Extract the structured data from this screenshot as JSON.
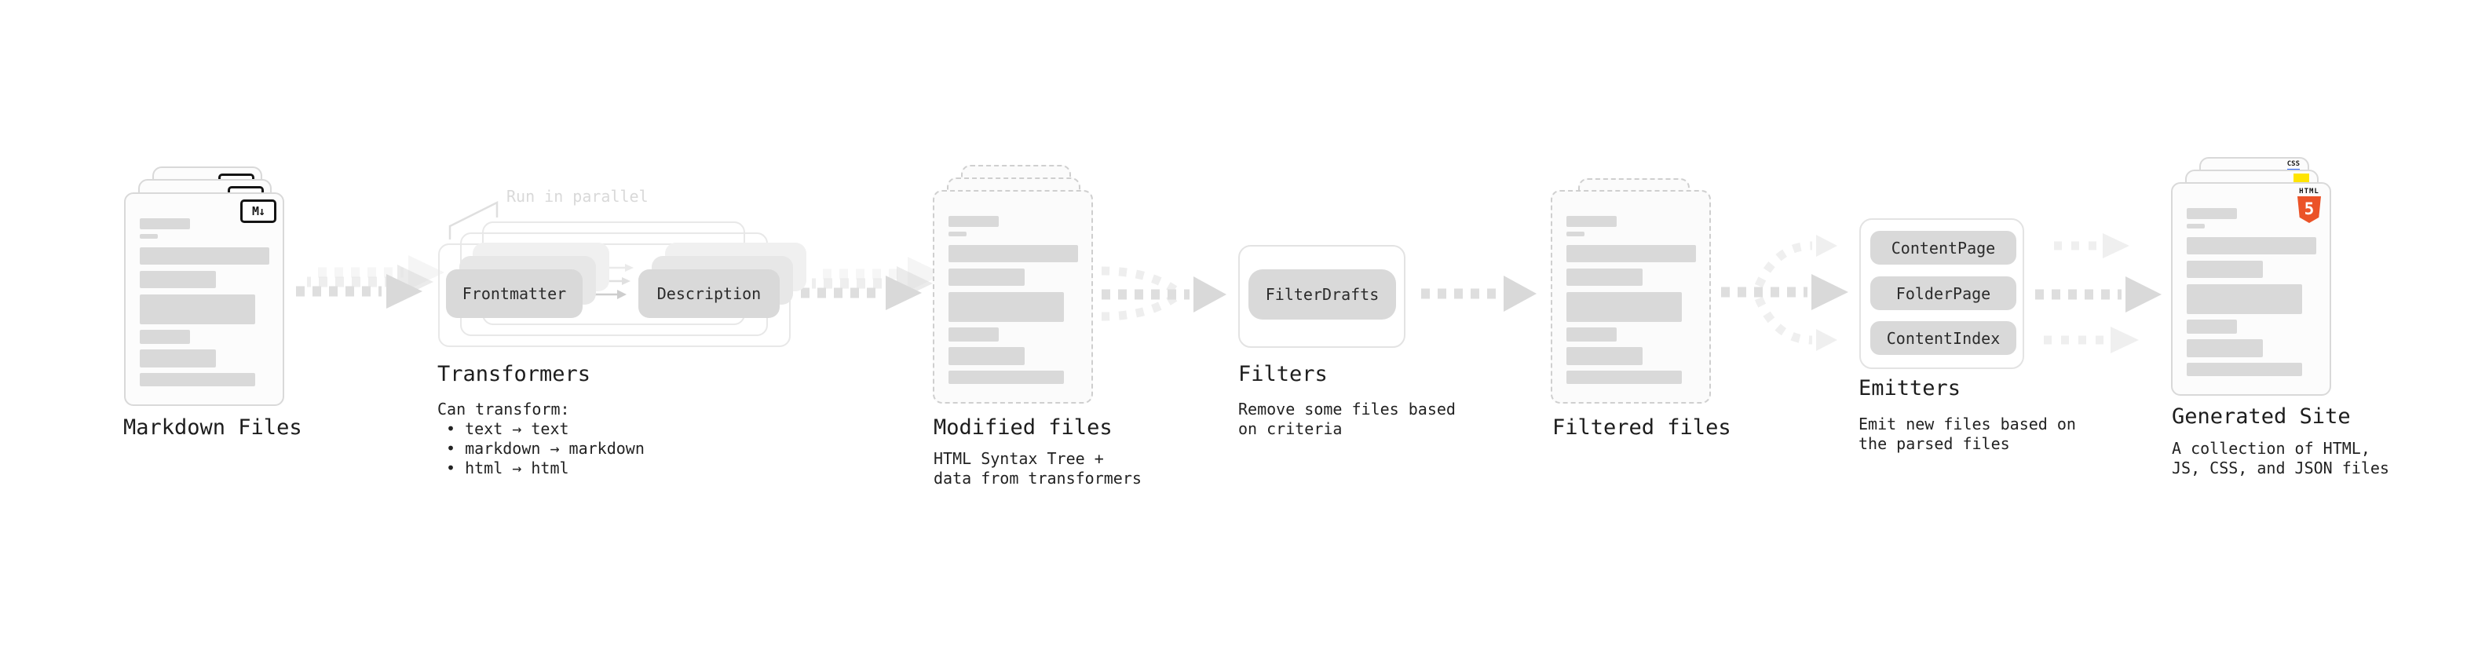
{
  "annotation": {
    "run_in_parallel": "Run in parallel"
  },
  "markdown_files": {
    "title": "Markdown Files",
    "badge": "M↓"
  },
  "transformers": {
    "title": "Transformers",
    "pill_frontmatter": "Frontmatter",
    "pill_description": "Description",
    "body_heading": "Can transform:",
    "bullets": [
      "• text → text",
      "• markdown → markdown",
      "• html → html"
    ]
  },
  "modified_files": {
    "title": "Modified files",
    "subtitle": [
      "HTML Syntax Tree +",
      "data from transformers"
    ]
  },
  "filters": {
    "title": "Filters",
    "pill": "FilterDrafts",
    "subtitle": [
      "Remove some files based",
      "on criteria"
    ]
  },
  "filtered_files": {
    "title": "Filtered files"
  },
  "emitters": {
    "title": "Emitters",
    "pills": [
      "ContentPage",
      "FolderPage",
      "ContentIndex"
    ],
    "subtitle": [
      "Emit new files based on",
      "the parsed files"
    ]
  },
  "generated_site": {
    "title": "Generated Site",
    "subtitle": [
      "A collection of HTML,",
      "JS, CSS, and JSON files"
    ],
    "badge_css": "CSS",
    "badge_html_word": "HTML",
    "badge_html_number": "5"
  },
  "colors": {
    "html5_orange": "#eb5328",
    "js_yellow": "#ffe400",
    "css_blue": "#2b63f6",
    "pill_gray": "#d9d9d9",
    "arrow_gray": "#dedede"
  }
}
